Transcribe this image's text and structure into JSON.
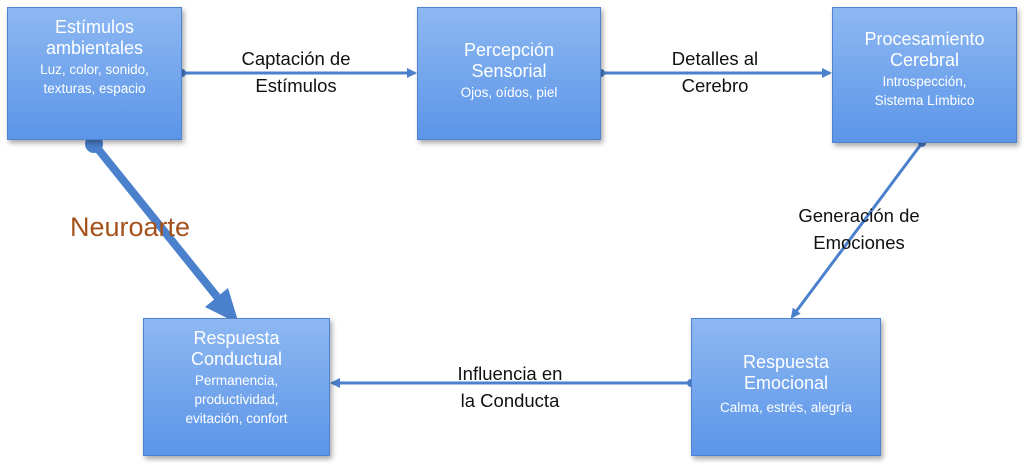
{
  "boxes": {
    "estimulos": {
      "title_1": "Estímulos",
      "title_2": "ambientales",
      "sub_1": "Luz, color, sonido,",
      "sub_2": "texturas, espacio"
    },
    "percepcion": {
      "title_1": "Percepción",
      "title_2": "Sensorial",
      "sub_1": "Ojos, oídos, piel"
    },
    "procesamiento": {
      "title_1": "Procesamiento",
      "title_2": "Cerebral",
      "sub_1": "Introspección,",
      "sub_2": "Sistema Límbico"
    },
    "emocional": {
      "title_1": "Respuesta",
      "title_2": "Emocional",
      "sub_1": "Calma, estrés, alegría"
    },
    "conductual": {
      "title_1": "Respuesta",
      "title_2": "Conductual",
      "sub_1": "Permanencia,",
      "sub_2": "productividad,",
      "sub_3": "evitación, confort"
    }
  },
  "labels": {
    "captacion": {
      "line_1": "Captación de",
      "line_2": "Estímulos"
    },
    "detalles": {
      "line_1": "Detalles al",
      "line_2": "Cerebro"
    },
    "generacion": {
      "line_1": "Generación de",
      "line_2": "Emociones"
    },
    "influencia": {
      "line_1": "Influencia en",
      "line_2": "la Conducta"
    }
  },
  "neuroarte": "Neuroarte",
  "colors": {
    "box_top": "#8db8f2",
    "box_bottom": "#5c95e8",
    "arrow": "#4a80cc",
    "neuroarte_text": "#a4511b"
  }
}
